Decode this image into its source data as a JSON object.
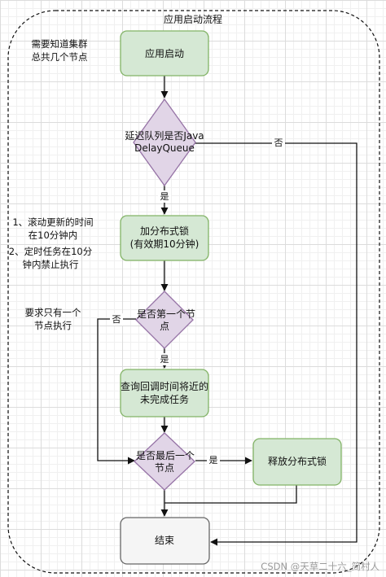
{
  "title": "应用启动流程",
  "notes": {
    "cluster": [
      "需要知道集群",
      "总共几个节点"
    ],
    "rolling": [
      "1、滚动更新的时间",
      "在10分钟内"
    ],
    "scheduled": [
      "2、定时任务在10分",
      "钟内禁止执行"
    ],
    "single": [
      "要求只有一个",
      "节点执行"
    ]
  },
  "nodes": {
    "start": [
      "应用启动"
    ],
    "check_queue": [
      "延迟队列是否Java",
      "DelayQueue"
    ],
    "lock": [
      "加分布式锁",
      "(有效期10分钟)"
    ],
    "is_first": [
      "是否第一个节",
      "点"
    ],
    "query": [
      "查询回调时间将近的",
      "未完成任务"
    ],
    "is_last": [
      "是否最后一个",
      "节点"
    ],
    "release": [
      "释放分布式锁"
    ],
    "end": [
      "结束"
    ]
  },
  "edge_labels": {
    "queue_no": "否",
    "queue_yes": "是",
    "first_no": "否",
    "first_yes": "是",
    "last_yes": "是"
  },
  "colors": {
    "process_fill": "#d5e8d4",
    "process_stroke": "#82b366",
    "decision_fill": "#e1d5e7",
    "decision_stroke": "#9673a6",
    "end_fill": "#f5f5f5",
    "end_stroke": "#666666",
    "line": "#111111",
    "grid": "#dcdcdc"
  },
  "watermark": "CSDN @天草二十六_简村人"
}
